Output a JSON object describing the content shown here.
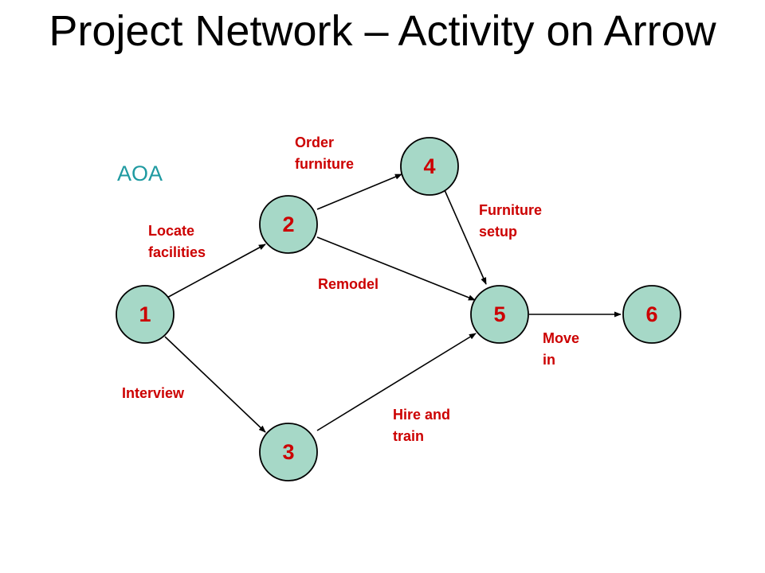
{
  "title": "Project Network – Activity on Arrow",
  "tag": "AOA",
  "colors": {
    "node_fill": "#a6d8c7",
    "label_red": "#cc0000",
    "tag_teal": "#1f9aa1"
  },
  "nodes": [
    {
      "id": "1",
      "label": "1"
    },
    {
      "id": "2",
      "label": "2"
    },
    {
      "id": "3",
      "label": "3"
    },
    {
      "id": "4",
      "label": "4"
    },
    {
      "id": "5",
      "label": "5"
    },
    {
      "id": "6",
      "label": "6"
    }
  ],
  "activities": [
    {
      "from": "1",
      "to": "2",
      "label": "Locate\nfacilities"
    },
    {
      "from": "1",
      "to": "3",
      "label": "Interview"
    },
    {
      "from": "2",
      "to": "4",
      "label": "Order\nfurniture"
    },
    {
      "from": "2",
      "to": "5",
      "label": "Remodel"
    },
    {
      "from": "4",
      "to": "5",
      "label": "Furniture\nsetup"
    },
    {
      "from": "3",
      "to": "5",
      "label": "Hire and\ntrain"
    },
    {
      "from": "5",
      "to": "6",
      "label": "Move\nin"
    }
  ]
}
